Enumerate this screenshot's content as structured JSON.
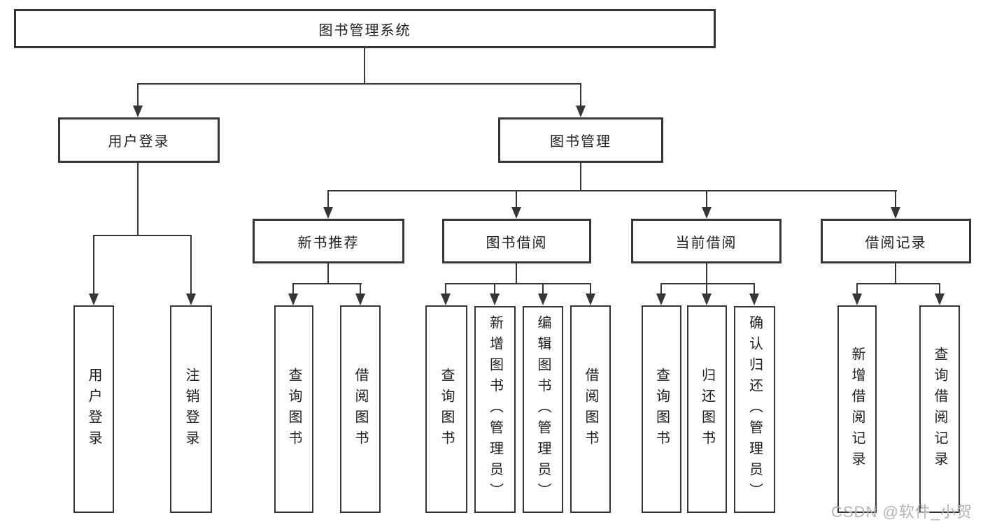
{
  "diagram": {
    "root": {
      "label": "图书管理系统"
    },
    "level2": [
      {
        "label": "用户登录"
      },
      {
        "label": "图书管理"
      }
    ],
    "level3": [
      {
        "label": "新书推荐"
      },
      {
        "label": "图书借阅"
      },
      {
        "label": "当前借阅"
      },
      {
        "label": "借阅记录"
      }
    ],
    "leaves": {
      "user_login": [
        {
          "label": "用户登录"
        },
        {
          "label": "注销登录"
        }
      ],
      "new_book": [
        {
          "label": "查询图书"
        },
        {
          "label": "借阅图书"
        }
      ],
      "book_borrow": [
        {
          "label": "查询图书"
        },
        {
          "label": "新增图书（管理员）"
        },
        {
          "label": "编辑图书（管理员）"
        },
        {
          "label": "借阅图书"
        }
      ],
      "current_borrow": [
        {
          "label": "查询图书"
        },
        {
          "label": "归还图书"
        },
        {
          "label": "确认归还（管理员）"
        }
      ],
      "borrow_record": [
        {
          "label": "新增借阅记录"
        },
        {
          "label": "查询借阅记录"
        }
      ]
    },
    "watermark": "CSDN @软件_小贺同学",
    "colors": {
      "line": "#363636",
      "text": "#1f1f1f",
      "watermark": "#b3b3b3",
      "background": "#ffffff"
    }
  }
}
